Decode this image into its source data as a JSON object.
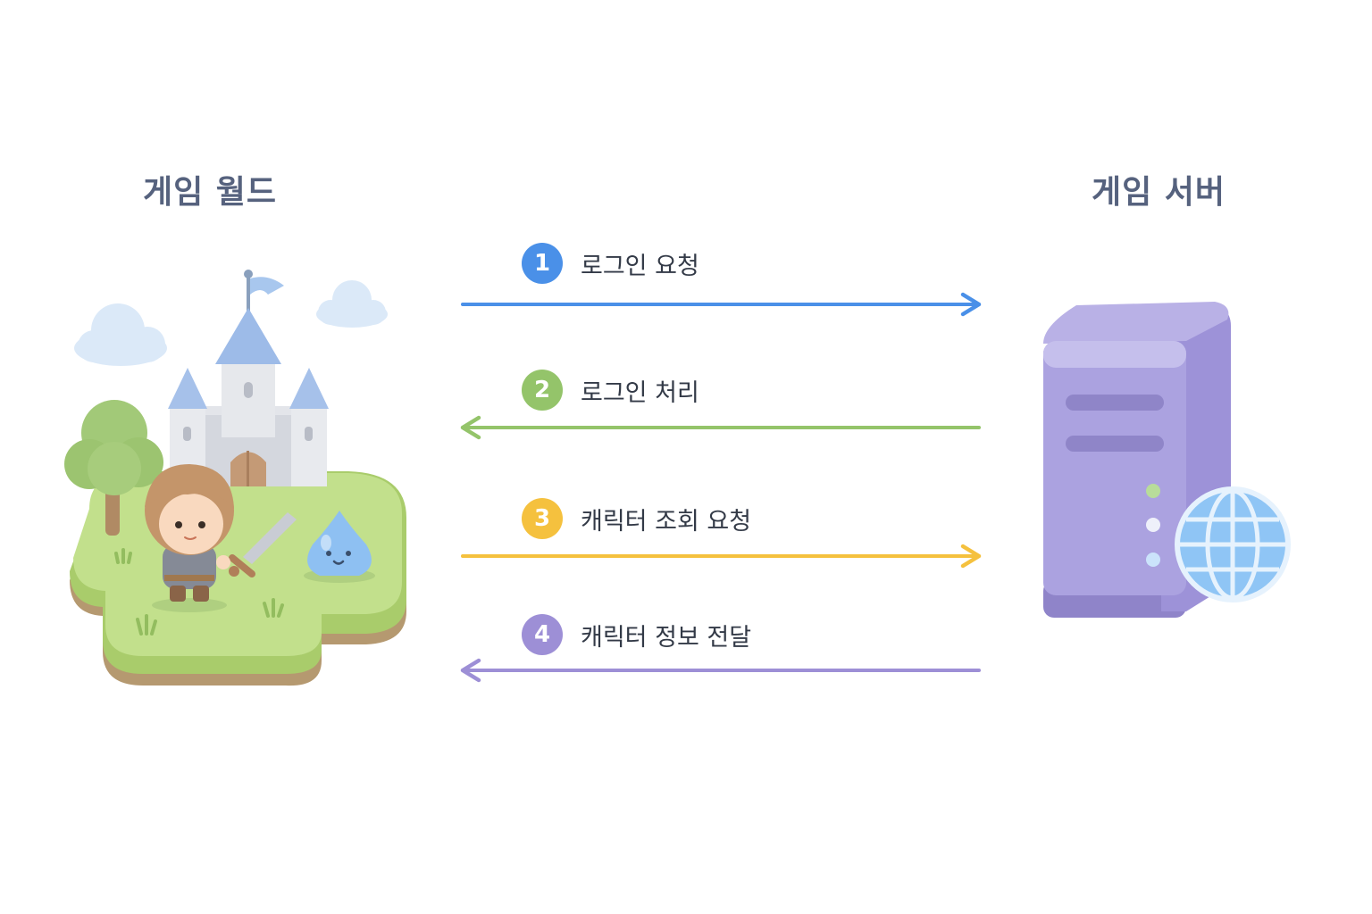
{
  "left": {
    "title": "게임 월드"
  },
  "right": {
    "title": "게임 서버"
  },
  "steps": [
    {
      "number": "1",
      "label": "로그인 요청",
      "direction": "to-server",
      "color": "#4a90e8"
    },
    {
      "number": "2",
      "label": "로그인 처리",
      "direction": "to-world",
      "color": "#94c46a"
    },
    {
      "number": "3",
      "label": "캐릭터 조회 요청",
      "direction": "to-server",
      "color": "#f5c13e"
    },
    {
      "number": "4",
      "label": "캐릭터 정보 전달",
      "direction": "to-world",
      "color": "#9d8fd6"
    }
  ],
  "icons": {
    "world": "game-world-island-icon",
    "server": "server-tower-icon",
    "globe": "globe-icon"
  }
}
